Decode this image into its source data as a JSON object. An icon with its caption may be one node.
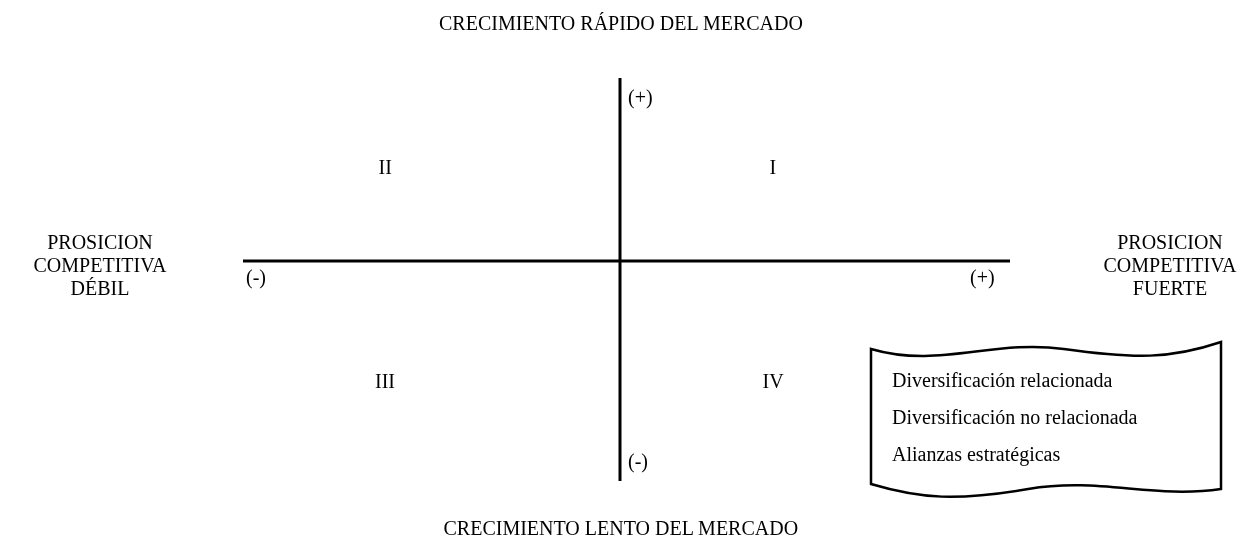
{
  "diagram": {
    "nodes": [
      {
        "text": [
          "Diversificación relacionada",
          "Diversificación no relacionada",
          "Alianzas estratégicas"
        ]
      }
    ],
    "edges": [],
    "labels": [
      "CRECIMIENTO RÁPIDO DEL MERCADO",
      "(+)",
      "II",
      "I",
      "PROSICION COMPETITIVA DÉBIL",
      "(-)",
      "(+)",
      "PROSICION COMPETITIVA FUERTE",
      "III",
      "IV",
      "(-)",
      "CRECIMIENTO LENTO DEL MERCADO"
    ]
  }
}
